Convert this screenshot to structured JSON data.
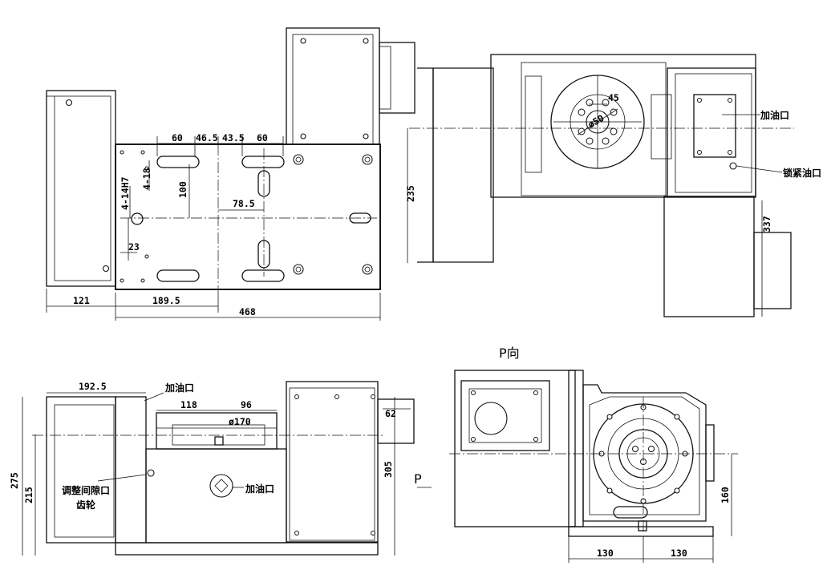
{
  "top_left": {
    "dims": {
      "d60a": "60",
      "d46_5": "46.5",
      "d43_5": "43.5",
      "d60b": "60",
      "d4_18": "4-18",
      "d100": "100",
      "d4_14h7": "4-14H7",
      "d78_5": "78.5",
      "d23": "23",
      "d121": "121",
      "d189_5": "189.5",
      "d468": "468"
    }
  },
  "top_right": {
    "dims": {
      "d45": "45",
      "d50": "ø50",
      "d235": "235",
      "d337": "337"
    },
    "labels": {
      "oil_inlet": "加油口",
      "lock_oil_inlet": "锁紧油口"
    }
  },
  "bottom_left": {
    "dims": {
      "d192_5": "192.5",
      "d118": "118",
      "d96": "96",
      "d170": "ø170",
      "d62": "62",
      "d275": "275",
      "d215": "215",
      "d305": "305"
    },
    "labels": {
      "oil_inlet_top": "加油口",
      "oil_inlet_mid": "加油口",
      "gap_adjust_1": "调整间隙口",
      "gap_adjust_2": "齿轮",
      "arrow_p": "P"
    }
  },
  "bottom_right": {
    "title": "P向",
    "dims": {
      "d160": "160",
      "d130a": "130",
      "d130b": "130"
    }
  }
}
